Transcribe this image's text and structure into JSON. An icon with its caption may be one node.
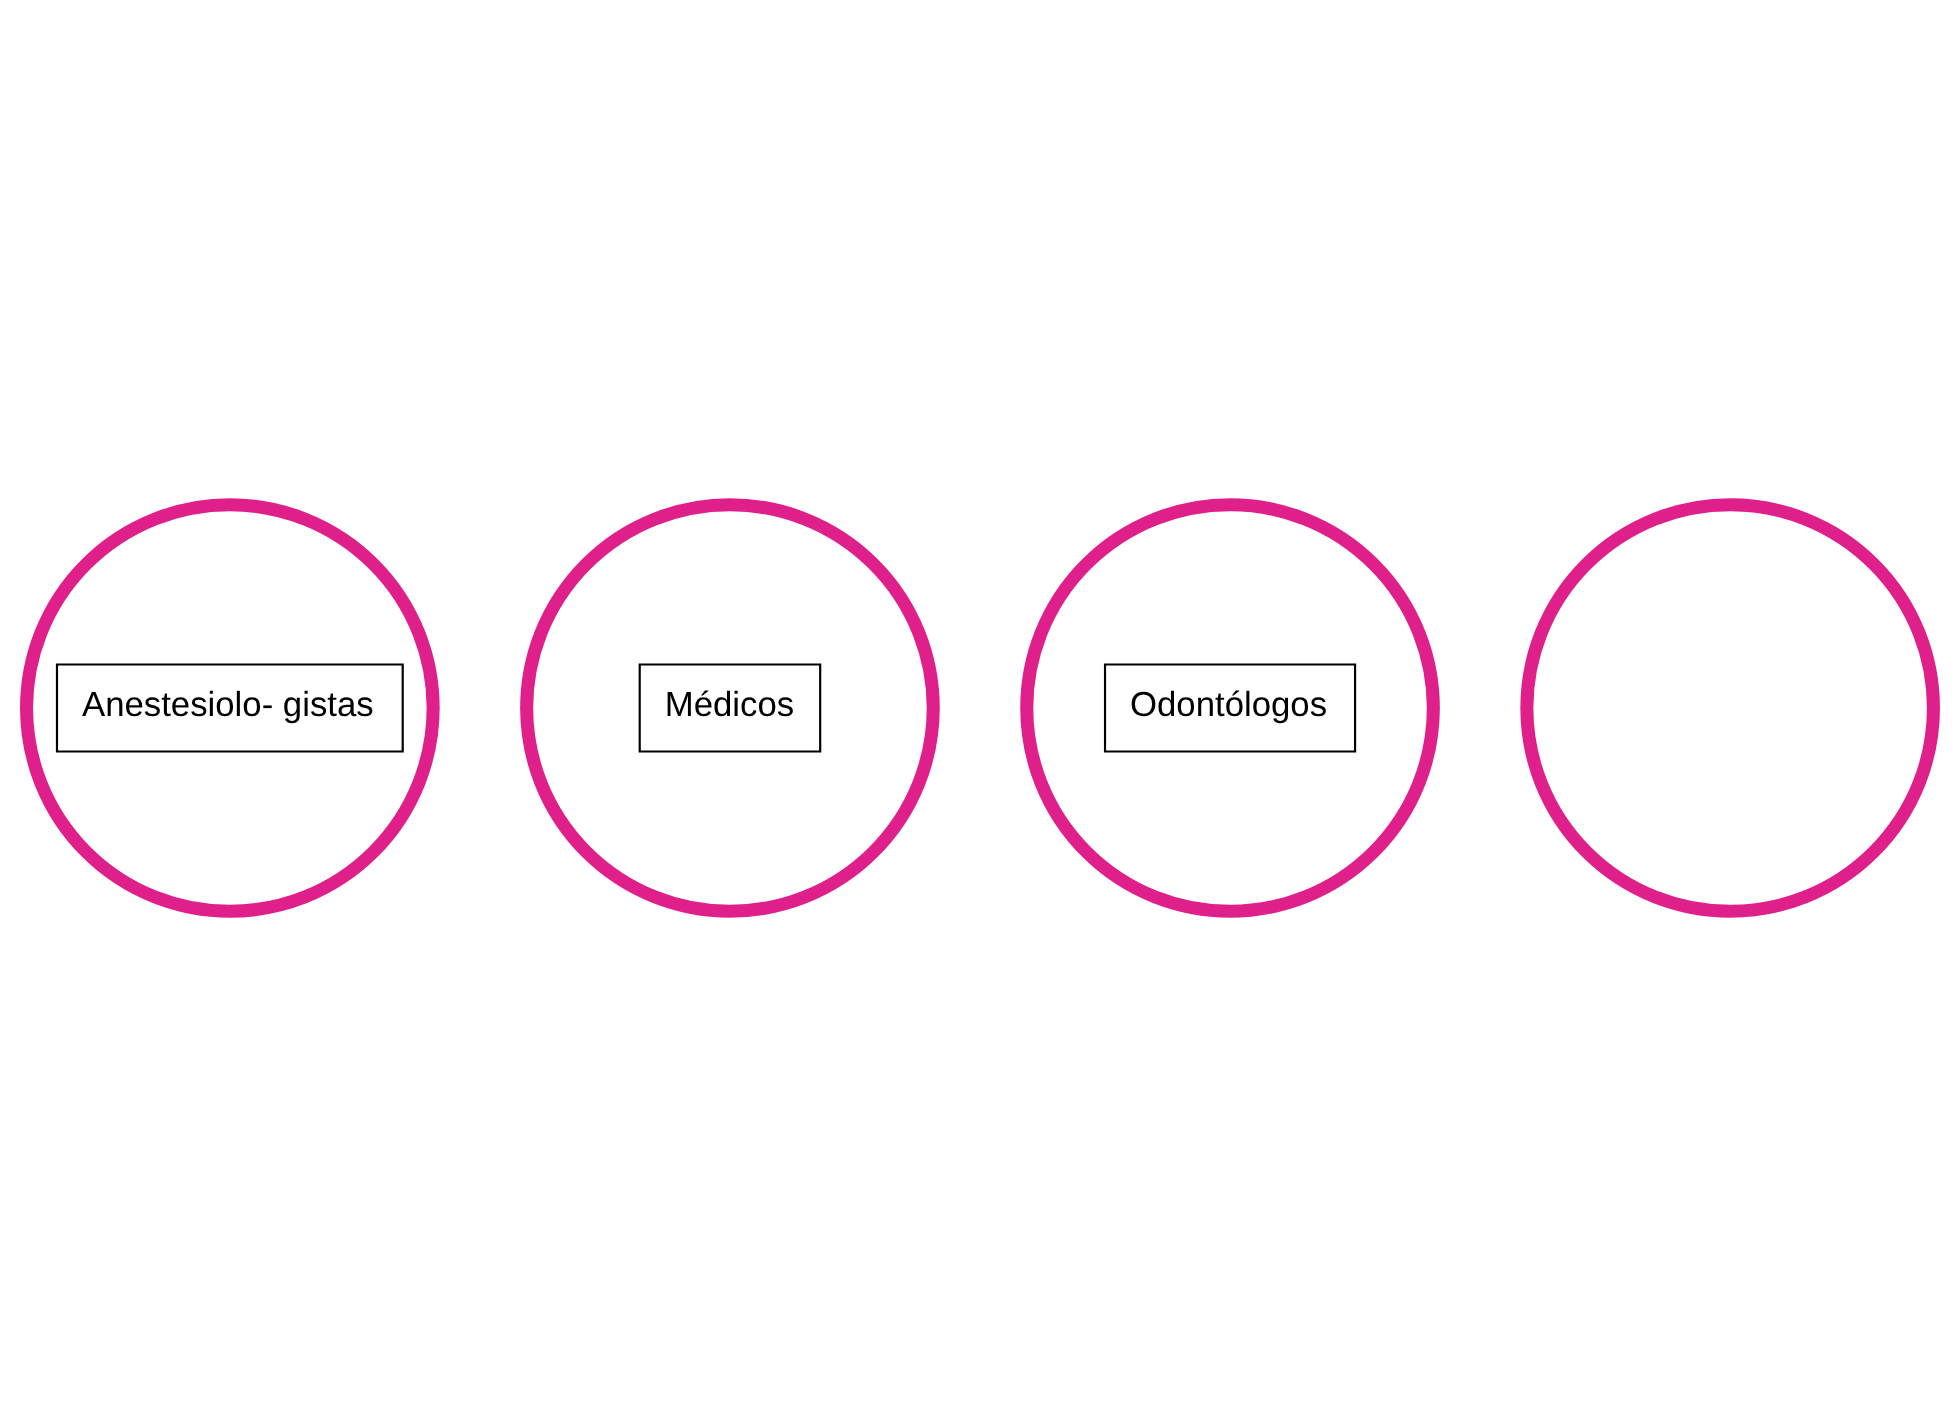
{
  "diagram": {
    "nodes": [
      {
        "text": [
          "Anestesiolo- gistas"
        ]
      },
      {
        "text": [
          "Médicos"
        ]
      },
      {
        "text": [
          "Odontólogos"
        ]
      },
      {
        "text": [],
        "shape": "circle"
      }
    ],
    "edges": []
  }
}
